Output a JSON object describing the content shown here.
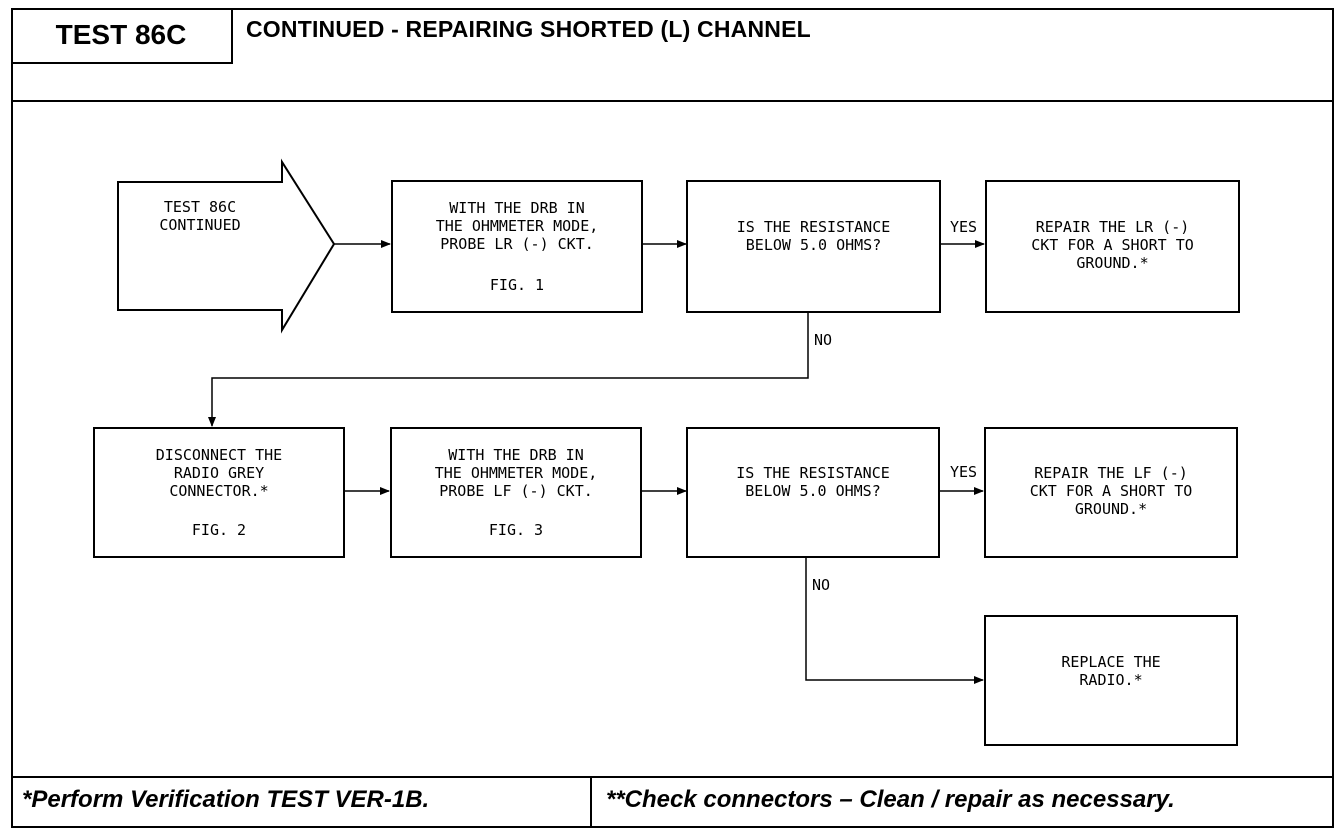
{
  "header": {
    "test_id": "TEST 86C",
    "title": "CONTINUED -  REPAIRING SHORTED (L) CHANNEL"
  },
  "flow": {
    "start": "TEST 86C\nCONTINUED",
    "row1": {
      "probe": "WITH THE DRB IN\nTHE OHMMETER MODE,\nPROBE LR (-) CKT.",
      "probe_fig": "FIG. 1",
      "question": "IS THE RESISTANCE\nBELOW 5.0 OHMS?",
      "yes_label": "YES",
      "repair": "REPAIR THE LR (-)\nCKT FOR A SHORT TO\nGROUND.*",
      "no_label": "NO"
    },
    "row2": {
      "disconnect": "DISCONNECT THE\nRADIO GREY\nCONNECTOR.*",
      "disconnect_fig": "FIG. 2",
      "probe": "WITH THE DRB IN\nTHE OHMMETER MODE,\nPROBE LF (-) CKT.",
      "probe_fig": "FIG. 3",
      "question": "IS THE RESISTANCE\nBELOW 5.0 OHMS?",
      "yes_label": "YES",
      "repair": "REPAIR THE LF (-)\nCKT FOR A SHORT TO\nGROUND.*",
      "no_label": "NO",
      "replace": "REPLACE THE\nRADIO.*"
    }
  },
  "footer": {
    "left": "*Perform Verification TEST VER-1B.",
    "right": "**Check connectors – Clean / repair as necessary."
  }
}
